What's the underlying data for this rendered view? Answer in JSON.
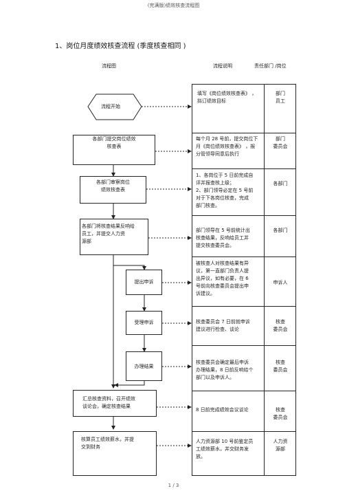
{
  "doc": {
    "running_header": "(完满版)绩效核查流程图",
    "section_title": "1、岗位月度绩效核查流程   (季度核查相同 )",
    "page_number": "1 / 3"
  },
  "table_headers": {
    "flow": "流程图",
    "desc": "流程说明",
    "dept": "责任部门 /岗位"
  },
  "flow_nodes": {
    "start": "流程开始",
    "submit": "各部门提交岗位绩效\n核查表",
    "review": "各部门审察岗位\n绩效核查表",
    "feedback": "各部门将核查结果反响给\n员工，并提交人力资\n源部",
    "appeal": "提出申诉",
    "accept": "受理申诉",
    "handle": "办理结果",
    "summary": "汇总核查资料，召开绩效\n谈论会，确定核查结果",
    "salary": "核算员工绩效薪水，并提\n交到财务"
  },
  "rows": [
    {
      "desc": "填写《岗位绩效核查表》 ，\n拟订绩效目标",
      "dept": "部门\n员工"
    },
    {
      "desc": "每个月 28 号前，提交岗位下\n月《岗位绩效核查表》  ，报\n分管领导同意后执行",
      "dept": "部门\n委员会"
    },
    {
      "desc": "1、各岗位于  5 日前完成自\n    评并报查核上级；\n2、部门领导必定在  5 号前\n   对于下各岗位核查，完成\n        部门核查。",
      "dept": "各部门"
    },
    {
      "desc": " 部门领导在  5 号前统计出\n 核查结果，反响给员工并\n 提交核查委员会。",
      "dept": "各部门"
    },
    {
      "desc": "被核查人对核查结果有异\n议，第一直部门负责人提\n出异议，如有必要，在      6\n号前向核查委员会提出申\n诉建议。",
      "dept": "申诉人"
    },
    {
      "desc": "核查委员会  7 日前就申诉\n   建议进行检查、谈论",
      "dept": "核查\n委员会"
    },
    {
      "desc": "核查委员会确定最后申诉\n办理结果，8 日前反响给个\n部门以及申诉人。",
      "dept": "核查\n委员会"
    },
    {
      "desc": "8 日前完成绩效会议谈论",
      "dept": "核查\n委员会"
    },
    {
      "desc": "人力资源部   10 号前鉴定员\n工绩效薪水，并交财务发\n放。",
      "dept": "人力资\n源部"
    }
  ]
}
